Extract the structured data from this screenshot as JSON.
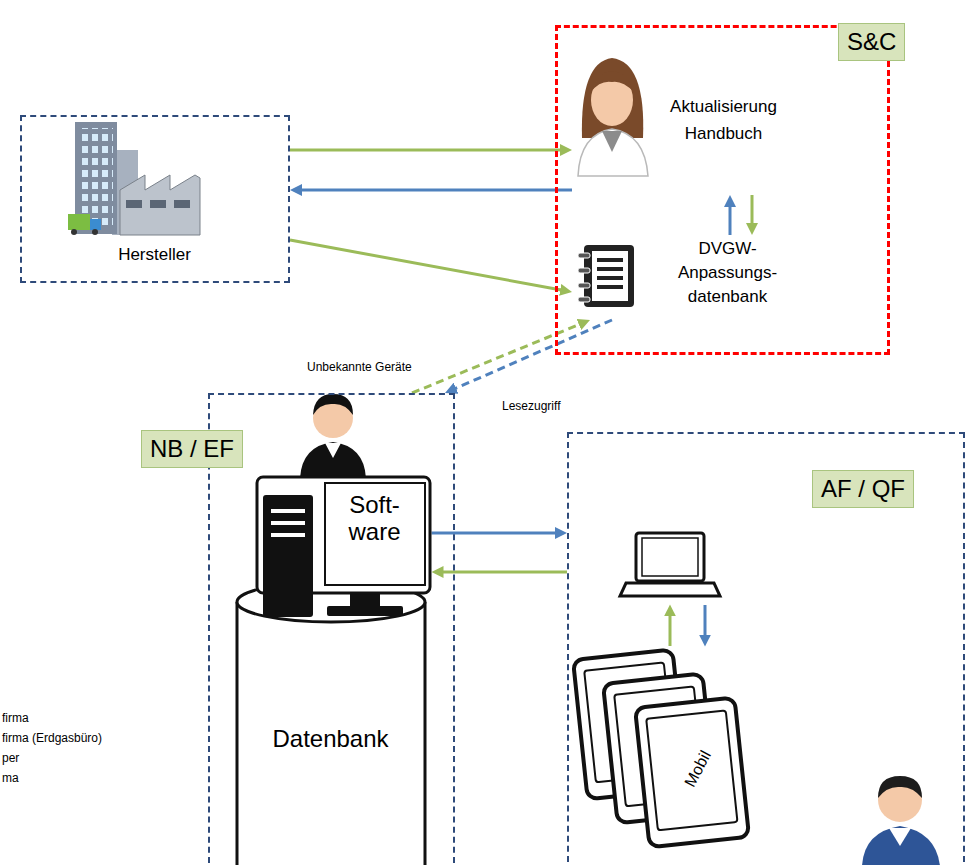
{
  "diagram": {
    "nodes": [
      {
        "text": [
          "Hersteller"
        ]
      },
      {
        "text": [
          "S&C"
        ]
      },
      {
        "text": [
          "Aktualisierung Handbuch"
        ],
        "in": 1
      },
      {
        "text": [
          "DVGW- Anpassungs- datenbank"
        ],
        "in": 1
      },
      {
        "text": [
          "NB / EF"
        ]
      },
      {
        "text": [
          "Soft- ware"
        ],
        "in": 4
      },
      {
        "text": [
          "Datenbank"
        ],
        "in": 4
      },
      {
        "text": [
          "AF / QF"
        ]
      },
      {
        "text": [
          "Mobil"
        ],
        "in": 7
      }
    ],
    "edges": [
      {
        "from": 0,
        "to": 2,
        "arrow": "to"
      },
      {
        "from": 2,
        "to": 0,
        "arrow": "to"
      },
      {
        "from": 0,
        "to": 3,
        "arrow": "to"
      },
      {
        "from": 3,
        "to": 2,
        "arrow": "to"
      },
      {
        "from": 2,
        "to": 3,
        "arrow": "to"
      },
      {
        "from": 4,
        "to": 3,
        "label": "Unbekannte Geräte",
        "arrow": "to"
      },
      {
        "from": 3,
        "to": 4,
        "label": "Lesezugriff",
        "arrow": "to"
      },
      {
        "from": 5,
        "to": 7,
        "arrow": "to"
      },
      {
        "from": 7,
        "to": 5,
        "arrow": "to"
      }
    ],
    "labels": [
      "firma",
      "firma (Erdgasbüro)",
      "per",
      "ma"
    ]
  }
}
